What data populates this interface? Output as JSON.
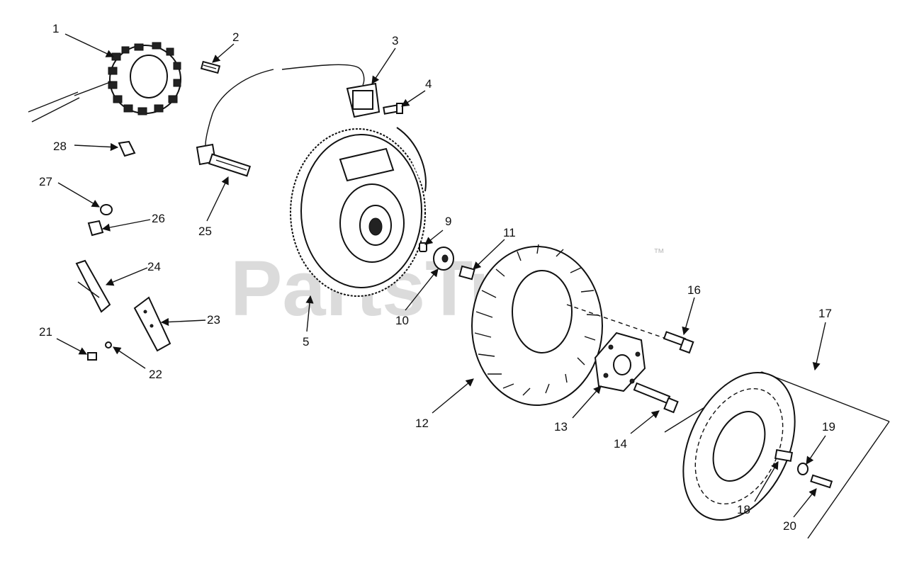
{
  "watermark": {
    "text": "PartsTree",
    "mark": "™"
  },
  "callouts": [
    "1",
    "2",
    "3",
    "4",
    "5",
    "9",
    "10",
    "11",
    "12",
    "13",
    "14",
    "16",
    "17",
    "18",
    "19",
    "20",
    "21",
    "22",
    "23",
    "24",
    "25",
    "26",
    "27",
    "28"
  ]
}
